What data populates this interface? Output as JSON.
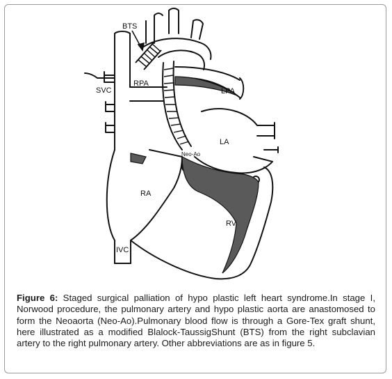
{
  "figure": {
    "labels": {
      "bts": "BTS",
      "rpa": "RPA",
      "svc": "SVC",
      "lpa": "LPA",
      "la": "LA",
      "neo_ao": "Neo-Ao",
      "ra": "RA",
      "rv": "RV",
      "ivc": "IVC"
    },
    "caption": {
      "label": "Figure 6:",
      "text": " Staged surgical palliation of hypo plastic left heart syndrome.In stage I, Norwood procedure, the pulmonary artery and hypo plastic aorta are anastomosed to form the Neoaorta (Neo-Ao).Pulmonary blood flow is through a Gore-Tex graft shunt, here illustrated as a modified Blalock-TaussigShunt (BTS) from the right subclavian artery to the right pulmonary artery. Other abbreviations are as in figure 5."
    }
  }
}
